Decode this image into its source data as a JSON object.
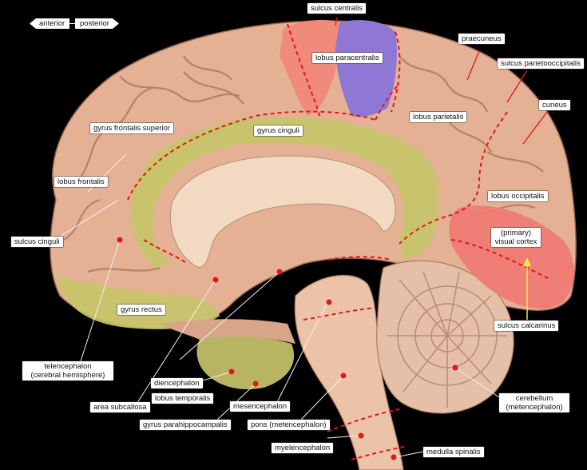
{
  "orientation": {
    "anterior": "anterior",
    "posterior": "posterior"
  },
  "labels": {
    "sulcus_centralis": "sulcus centralis",
    "praecuneus": "praecuneus",
    "sulcus_parietooccipitalis": "sulcus parietooccipitalis",
    "lobus_paracentralis": "lobus paracentralis",
    "cuneus": "cuneus",
    "gyrus_frontalis_superior": "gyrus frontalis superior",
    "gyrus_cinguli": "gyrus cinguli",
    "lobus_parietalis": "lobus parietalis",
    "lobus_frontalis": "lobus frontalis",
    "lobus_occipitalis": "lobus occipitalis",
    "sulcus_cinguli": "sulcus cinguli",
    "primary_visual_cortex_1": "(primary)",
    "primary_visual_cortex_2": "visual cortex",
    "gyrus_rectus": "gyrus rectus",
    "sulcus_calcarinus": "sulcus calcarinus",
    "telencephalon_1": "telencephalon",
    "telencephalon_2": "(cerebral hemisphere)",
    "diencephalon": "diencephalon",
    "lobus_temporalis": "lobus temporalis",
    "area_subcallosa": "area subcallosa",
    "mesencephalon": "mesencephalon",
    "cerebellum_1": "cerebellum",
    "cerebellum_2": "(metencephalon)",
    "gyrus_parahippocampalis": "gyrus parahippocampalis",
    "pons": "pons (metencephalon)",
    "myelencephalon": "myelencephalon",
    "medulla_spinalis": "medulla spinalis"
  },
  "colors": {
    "background": "#000000",
    "tissue": "#e8b79a",
    "tissue_dark": "#b9836a",
    "paracentral_pink": "#f08a7a",
    "paracentral_violet": "#8f77d6",
    "cingulate_yellow": "#c8c46a",
    "visual_cortex": "#f07a72",
    "marker_red": "#e01818",
    "arrow_yellow": "#f2e840"
  }
}
